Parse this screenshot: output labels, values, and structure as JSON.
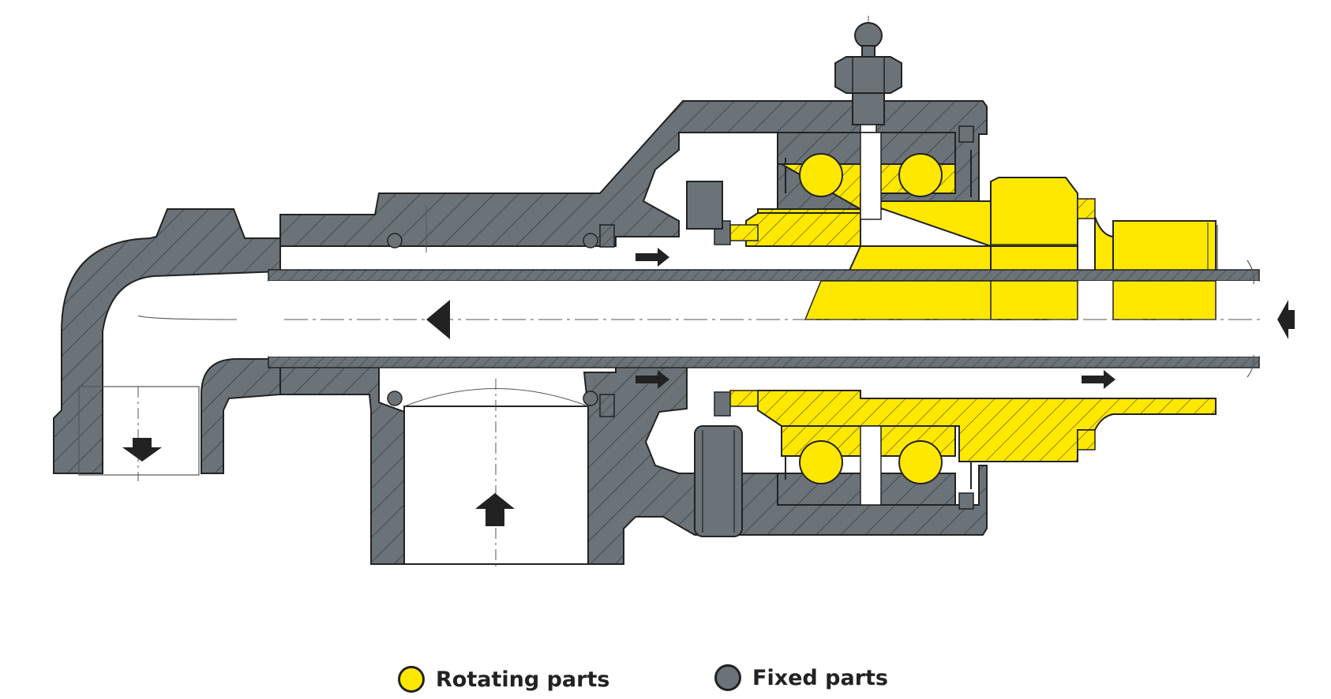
{
  "legend": {
    "rotating": {
      "label": "Rotating parts",
      "color": "#ffe800"
    },
    "fixed": {
      "label": "Fixed parts",
      "color": "#6b7378"
    }
  },
  "colors": {
    "fixed_body": "#6b7378",
    "rotating_body": "#ffe800",
    "outline": "#222222",
    "hatch": "#3a3f42",
    "arrow": "#222222"
  },
  "icons": {
    "flow_arrow": "arrow-icon",
    "bearing_ball": "circle",
    "grease_nipple": "grease-nipple-icon"
  }
}
